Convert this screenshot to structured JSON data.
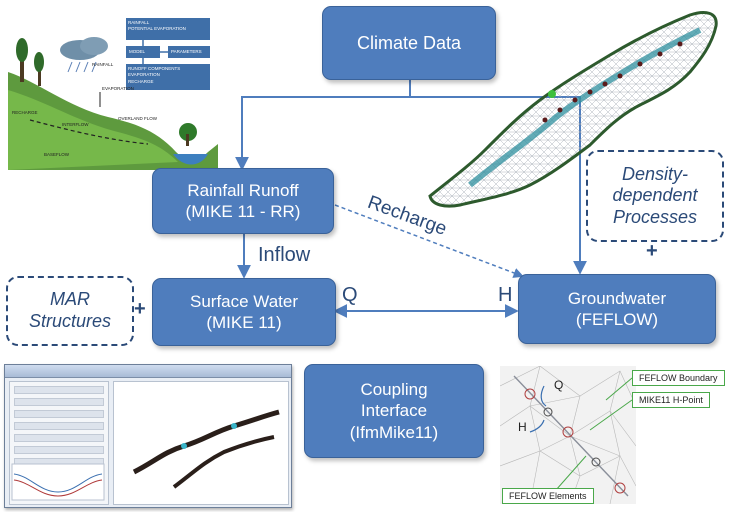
{
  "boxes": {
    "climate": [
      "Climate Data"
    ],
    "rainfall": [
      "Rainfall Runoff",
      "(MIKE 11 - RR)"
    ],
    "surface": [
      "Surface Water",
      "(MIKE 11)"
    ],
    "ground": [
      "Groundwater",
      "(FEFLOW)"
    ],
    "coupling": [
      "Coupling",
      "Interface",
      "(IfmMike11)"
    ]
  },
  "dashed": {
    "density": [
      "Density-",
      "dependent",
      "Processes"
    ],
    "mar": [
      "MAR",
      "Structures"
    ]
  },
  "labels": {
    "recharge": "Recharge",
    "inflow": "Inflow",
    "q": "Q",
    "h": "H",
    "plus": "+"
  },
  "inset_hydrology": {
    "rainfall": "RAINFALL",
    "evaporation": "EVAPORATION",
    "overland": "OVERLAND FLOW",
    "interflow": "INTERFLOW",
    "recharge": "RECHARGE",
    "baseflow": "BASEFLOW",
    "flow1": "RAINFALL\nPOTENTIAL EVAPORATION",
    "flow2a": "MODEL",
    "flow2b": "PARAMETERS",
    "flow3": "RUNOFF COMPONENTS\nEVAPORATION\nRECHARGE"
  },
  "inset_mesh": {
    "q": "Q",
    "h": "H",
    "callouts": [
      "FEFLOW Boundary",
      "MIKE11 H-Point",
      "FEFLOW Elements"
    ]
  },
  "colors": {
    "box": "#4f7dbd",
    "arrow": "#4f7dbd",
    "dash": "#2b4a78",
    "callout_border": "#4aa84a"
  }
}
